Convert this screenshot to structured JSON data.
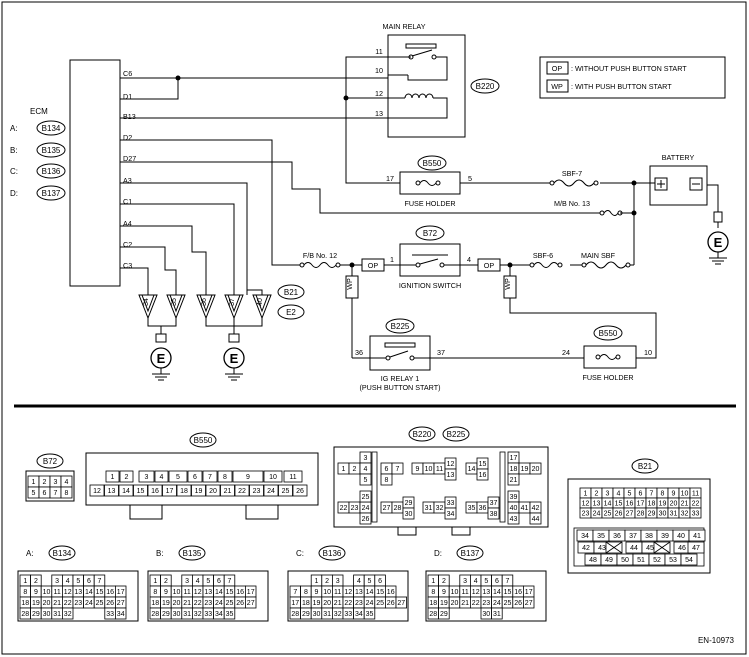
{
  "diagram_id": "EN-10973",
  "ecm": {
    "title": "ECM",
    "connectors": [
      {
        "letter": "A:",
        "id": "B134"
      },
      {
        "letter": "B:",
        "id": "B135"
      },
      {
        "letter": "C:",
        "id": "B136"
      },
      {
        "letter": "D:",
        "id": "B137"
      }
    ],
    "pins": [
      "C6",
      "D1",
      "B13",
      "D2",
      "D27",
      "A3",
      "C1",
      "A4",
      "C2",
      "C3"
    ]
  },
  "main_relay": {
    "title": "MAIN RELAY",
    "connector": "B220",
    "pins": [
      "11",
      "10",
      "12",
      "13"
    ]
  },
  "legend": [
    {
      "code": "OP",
      "text": ": WITHOUT PUSH BUTTON START"
    },
    {
      "code": "WP",
      "text": ": WITH PUSH BUTTON START"
    }
  ],
  "fuse_holder_top": {
    "title": "FUSE HOLDER",
    "connector": "B550",
    "pins": [
      "17",
      "5"
    ]
  },
  "battery": {
    "title": "BATTERY"
  },
  "fuses": {
    "sbf7": "SBF-7",
    "mb13": "M/B No. 13",
    "fb12": "F/B No. 12",
    "sbf6": "SBF-6",
    "main_sbf": "MAIN SBF"
  },
  "op_tag": "OP",
  "wp_tag": "WP",
  "ignition_switch": {
    "title": "IGNITION SWITCH",
    "connector": "B72",
    "pins": [
      "1",
      "4"
    ]
  },
  "ground_pins": [
    "34",
    "35",
    "36",
    "37",
    "40"
  ],
  "ground_connectors": [
    "B21",
    "E2"
  ],
  "ground_symbol": "E",
  "ig_relay": {
    "title": "IG RELAY 1",
    "subtitle": "(PUSH BUTTON START)",
    "connector": "B225",
    "pins": [
      "36",
      "37"
    ]
  },
  "fuse_holder_bottom": {
    "title": "FUSE HOLDER",
    "connector": "B550",
    "pins": [
      "24",
      "10"
    ]
  },
  "connector_views": {
    "b72": {
      "id": "B72",
      "rows": [
        [
          "1",
          "2",
          "3",
          "4"
        ],
        [
          "5",
          "6",
          "7",
          "8"
        ]
      ]
    },
    "b550": {
      "id": "B550",
      "top": [
        "1",
        "2",
        "3",
        "4",
        "5",
        "6",
        "7",
        "8",
        "9",
        "10",
        "11"
      ],
      "bottom": [
        "12",
        "13",
        "14",
        "15",
        "16",
        "17",
        "18",
        "19",
        "20",
        "21",
        "22",
        "23",
        "24",
        "25",
        "26"
      ]
    },
    "b220": {
      "id": "B220",
      "id2": "B225",
      "pins": [
        "1",
        "2",
        "3",
        "4",
        "5",
        "6",
        "7",
        "8",
        "9",
        "10",
        "11",
        "12",
        "13",
        "14",
        "15",
        "16",
        "17",
        "18",
        "19",
        "20",
        "21",
        "22",
        "23",
        "24",
        "25",
        "26",
        "27",
        "28",
        "29",
        "30",
        "31",
        "32",
        "33",
        "34",
        "35",
        "36",
        "37",
        "38",
        "39",
        "40",
        "41",
        "42",
        "43",
        "44"
      ]
    },
    "b21": {
      "id": "B21",
      "rows": [
        [
          "1",
          "2",
          "3",
          "4",
          "5",
          "6",
          "7",
          "8",
          "9",
          "10",
          "11"
        ],
        [
          "12",
          "13",
          "14",
          "15",
          "16",
          "17",
          "18",
          "19",
          "20",
          "21",
          "22"
        ],
        [
          "23",
          "24",
          "25",
          "26",
          "27",
          "28",
          "29",
          "30",
          "31",
          "32",
          "33"
        ],
        [
          "34",
          "35",
          "36",
          "37",
          "38",
          "39",
          "40",
          "41"
        ],
        [
          "42",
          "43",
          "44",
          "45",
          "46",
          "47"
        ],
        [
          "48",
          "49",
          "50",
          "51",
          "52",
          "53",
          "54"
        ]
      ]
    },
    "b134": {
      "letter": "A:",
      "id": "B134",
      "rows": [
        [
          "1",
          "2",
          "3",
          "4",
          "5",
          "6",
          "7"
        ],
        [
          "8",
          "9",
          "10",
          "11",
          "12",
          "13",
          "14",
          "15",
          "16",
          "17"
        ],
        [
          "18",
          "19",
          "20",
          "21",
          "22",
          "23",
          "24",
          "25",
          "26",
          "27"
        ],
        [
          "28",
          "29",
          "30",
          "31",
          "32",
          "33",
          "34"
        ]
      ]
    },
    "b135": {
      "letter": "B:",
      "id": "B135",
      "rows": [
        [
          "1",
          "2",
          "3",
          "4",
          "5",
          "6",
          "7"
        ],
        [
          "8",
          "9",
          "10",
          "11",
          "12",
          "13",
          "14",
          "15",
          "16",
          "17"
        ],
        [
          "18",
          "19",
          "20",
          "21",
          "22",
          "23",
          "24",
          "25",
          "26",
          "27"
        ],
        [
          "28",
          "29",
          "30",
          "31",
          "32",
          "33",
          "34",
          "35"
        ]
      ]
    },
    "b136": {
      "letter": "C:",
      "id": "B136",
      "rows": [
        [
          "1",
          "2",
          "3",
          "4",
          "5",
          "6"
        ],
        [
          "7",
          "8",
          "9",
          "10",
          "11",
          "12",
          "13",
          "14",
          "15",
          "16"
        ],
        [
          "17",
          "18",
          "19",
          "20",
          "21",
          "22",
          "23",
          "24",
          "25",
          "26",
          "27"
        ],
        [
          "28",
          "29",
          "30",
          "31",
          "32",
          "33",
          "34",
          "35"
        ]
      ]
    },
    "b137": {
      "letter": "D:",
      "id": "B137",
      "rows": [
        [
          "1",
          "2",
          "3",
          "4",
          "5",
          "6",
          "7"
        ],
        [
          "8",
          "9",
          "10",
          "11",
          "12",
          "13",
          "14",
          "15",
          "16",
          "17"
        ],
        [
          "18",
          "19",
          "20",
          "21",
          "22",
          "23",
          "24",
          "25",
          "26",
          "27"
        ],
        [
          "28",
          "29",
          "30",
          "31"
        ]
      ]
    }
  }
}
